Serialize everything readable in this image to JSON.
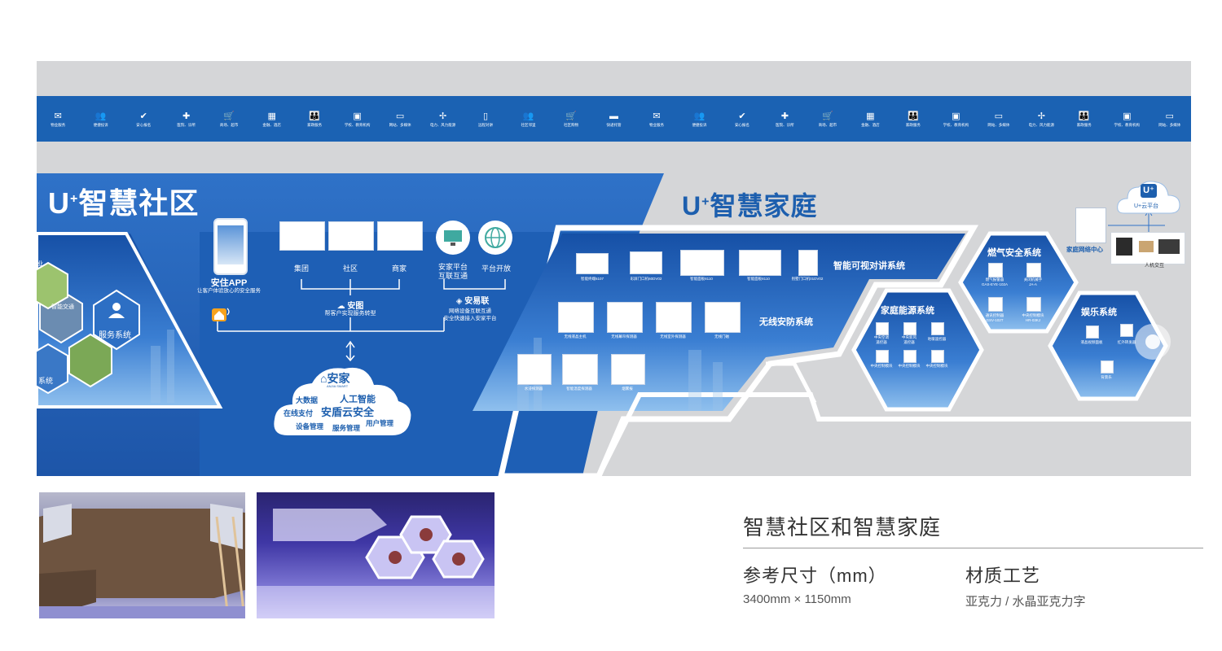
{
  "strip_items": [
    {
      "icon": "mail-icon",
      "glyph": "✉",
      "label": "物业服务"
    },
    {
      "icon": "people-icon",
      "glyph": "👥",
      "label": "便捷投诉"
    },
    {
      "icon": "check-icon",
      "glyph": "✔",
      "label": "安心报名"
    },
    {
      "icon": "medical-icon",
      "glyph": "✚",
      "label": "医院、诊所"
    },
    {
      "icon": "cart-icon",
      "glyph": "🛒",
      "label": "商场、超市"
    },
    {
      "icon": "building-icon",
      "glyph": "▦",
      "label": "金融、酒店"
    },
    {
      "icon": "family-icon",
      "glyph": "👪",
      "label": "家政服务"
    },
    {
      "icon": "school-icon",
      "glyph": "▣",
      "label": "学校、教育机构"
    },
    {
      "icon": "laptop-icon",
      "glyph": "▭",
      "label": "网站、多媒体"
    },
    {
      "icon": "wind-icon",
      "glyph": "✢",
      "label": "电力、风力能源"
    },
    {
      "icon": "intercom-icon",
      "glyph": "▯",
      "label": "远程对讲"
    },
    {
      "icon": "group-icon",
      "glyph": "👥",
      "label": "社区邻里"
    },
    {
      "icon": "cart-icon",
      "glyph": "🛒",
      "label": "社区购物"
    },
    {
      "icon": "truck-icon",
      "glyph": "▬",
      "label": "快递托管"
    },
    {
      "icon": "mail-icon",
      "glyph": "✉",
      "label": "物业服务"
    },
    {
      "icon": "people-icon",
      "glyph": "👥",
      "label": "便捷投诉"
    },
    {
      "icon": "check-icon",
      "glyph": "✔",
      "label": "安心报名"
    },
    {
      "icon": "medical-icon",
      "glyph": "✚",
      "label": "医院、诊所"
    },
    {
      "icon": "cart-icon",
      "glyph": "🛒",
      "label": "商场、超市"
    },
    {
      "icon": "building-icon",
      "glyph": "▦",
      "label": "金融、酒店"
    },
    {
      "icon": "family-icon",
      "glyph": "👪",
      "label": "家政服务"
    },
    {
      "icon": "school-icon",
      "glyph": "▣",
      "label": "学校、教育机构"
    },
    {
      "icon": "laptop-icon",
      "glyph": "▭",
      "label": "网站、多媒体"
    },
    {
      "icon": "wind-icon",
      "glyph": "✢",
      "label": "电力、风力能源"
    },
    {
      "icon": "family-icon",
      "glyph": "👪",
      "label": "家政服务"
    },
    {
      "icon": "school-icon",
      "glyph": "▣",
      "label": "学校、教育机构"
    },
    {
      "icon": "laptop-icon",
      "glyph": "▭",
      "label": "网站、多媒体"
    }
  ],
  "community": {
    "title_u": "U",
    "title_plus": "+",
    "title_rest": "智慧社区",
    "hex_labels": {
      "top": "物业",
      "mid": "智能交通",
      "service": "服务系统",
      "bottom": "系统"
    },
    "app_title": "安住APP",
    "app_sub": "让客户体验放心的安全服务",
    "monitors": [
      "集团",
      "社区",
      "商家"
    ],
    "platform_label": "安家平台\n互联互通",
    "open_label": "平台开放",
    "antu_title": "安图",
    "antu_sub": "帮客户实现服务转型",
    "anyilian_title": "安易联",
    "anyilian_sub1": "网络设备互联互通",
    "anyilian_sub2": "安全快速接入安家平台",
    "cloud": {
      "brand": "安家",
      "brand_en": "ANJIA SMART",
      "w1": "大数据",
      "w2": "人工智能",
      "w3": "在线支付",
      "w4": "安盾云安全",
      "w5": "设备管理",
      "w6": "服务管理",
      "w7": "用户管理"
    }
  },
  "home": {
    "title_u": "U",
    "title_plus": "+",
    "title_rest": "智慧家庭",
    "intercom_title": "智能可视对讲系统",
    "intercom_items": [
      "智能终端6107",
      "彩屏门口机60DV02",
      "智能面板8110",
      "智能面板8110",
      "别墅门口机01DV02"
    ],
    "security_title": "无线安防系统",
    "security_items": [
      "无线液晶主机",
      "无线幕帘探测器",
      "无线室外探测器",
      "无线门磁",
      "水浸探测器",
      "智能温度探测器",
      "烟雾报"
    ],
    "energy_title": "家庭能源系统",
    "energy_items": [
      "中央空调\n遥控器",
      "中央新风\n遥控器",
      "地暖遥控器",
      "中央控制模块",
      "中央控制模块",
      "中央控制模块"
    ],
    "gas_title": "燃气安全系统",
    "gas_items": [
      "燃气报警器\nGAS-EYE-102A",
      "关闭机械手\nJA-A",
      "通讯控制器\nGSV-102T",
      "中央控制模块\nHR-03KJ"
    ],
    "ent_title": "娱乐系统",
    "ent_items": [
      "液晶视频面板",
      "红外转发器",
      "背景乐"
    ],
    "network_center": "家庭网络中心",
    "cloud_label": "U+云平台",
    "hmi_label": "人机交互"
  },
  "caption": {
    "title": "智慧社区和智慧家庭",
    "size_label": "参考尺寸（mm）",
    "size_value": "3400mm × 1150mm",
    "material_label": "材质工艺",
    "material_value": "亚克力 / 水晶亚克力字"
  },
  "colors": {
    "wall": "#d5d6d8",
    "strip": "#1b62b3",
    "panel": "#1e5fb5",
    "panel_light": "#4e8fdc",
    "title_blue": "#1d5fae"
  }
}
